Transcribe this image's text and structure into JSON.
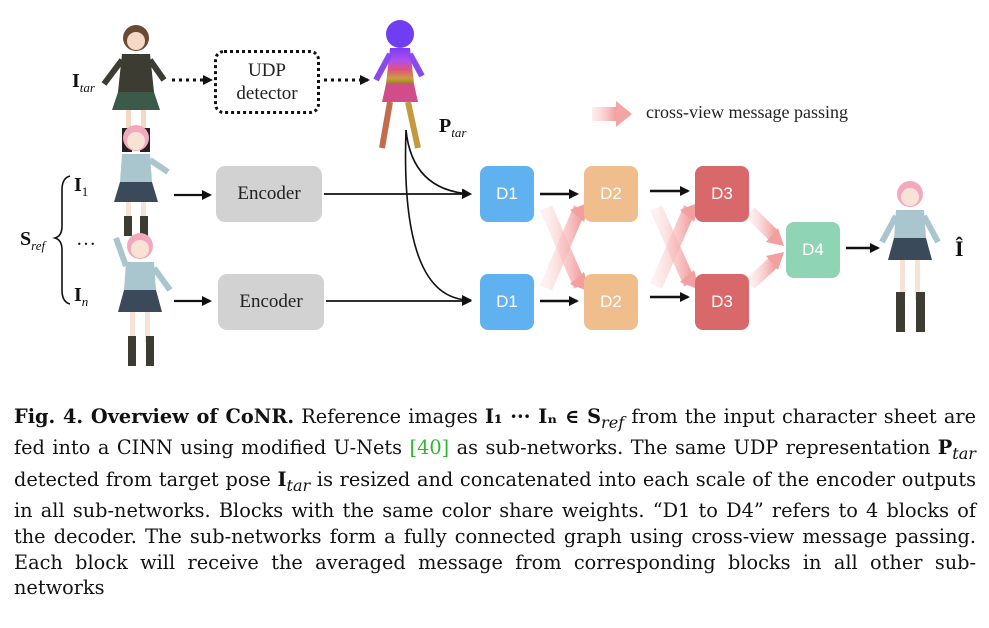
{
  "figure": {
    "udp_detector": {
      "line1": "UDP",
      "line2": "detector"
    },
    "encoder_label": "Encoder",
    "decoder_blocks": {
      "d1": "D1",
      "d2": "D2",
      "d3": "D3",
      "d4": "D4"
    },
    "legend_text": "cross-view message passing",
    "labels": {
      "I": "I",
      "tar": "tar",
      "P": "P",
      "S": "S",
      "ref": "ref",
      "sub1": "1",
      "subn": "n",
      "ellipsis": "…",
      "I_hat": "Î"
    },
    "colors": {
      "d1": "#5fb2ef",
      "d2": "#efbe8c",
      "d3": "#d9686a",
      "d4": "#8fd4b4",
      "encoder": "#d2d2d2",
      "message_arrow": "#f3a5a5"
    }
  },
  "caption": {
    "head": "Fig. 4. Overview of CoNR.",
    "part1": " Reference images ",
    "math1": "I₁ ··· Iₙ ∈ S",
    "math1_sub": "ref",
    "part2": " from the input character sheet are fed into a CINN using modified U-Nets ",
    "ref_open": "[",
    "ref_num": "40",
    "ref_close": "]",
    "part3": " as sub-networks. The same UDP representation ",
    "math2": "P",
    "math2_sub": "tar",
    "part4": " detected from target pose ",
    "math3": "I",
    "math3_sub": "tar",
    "part5": " is resized and concatenated into each scale of the encoder outputs in all sub-networks. Blocks with the same color share weights. “D1 to D4” refers to 4 blocks of the decoder. The sub-networks form a fully connected graph using cross-view message passing. Each block will receive the averaged message from corresponding blocks in all other sub-networks"
  }
}
